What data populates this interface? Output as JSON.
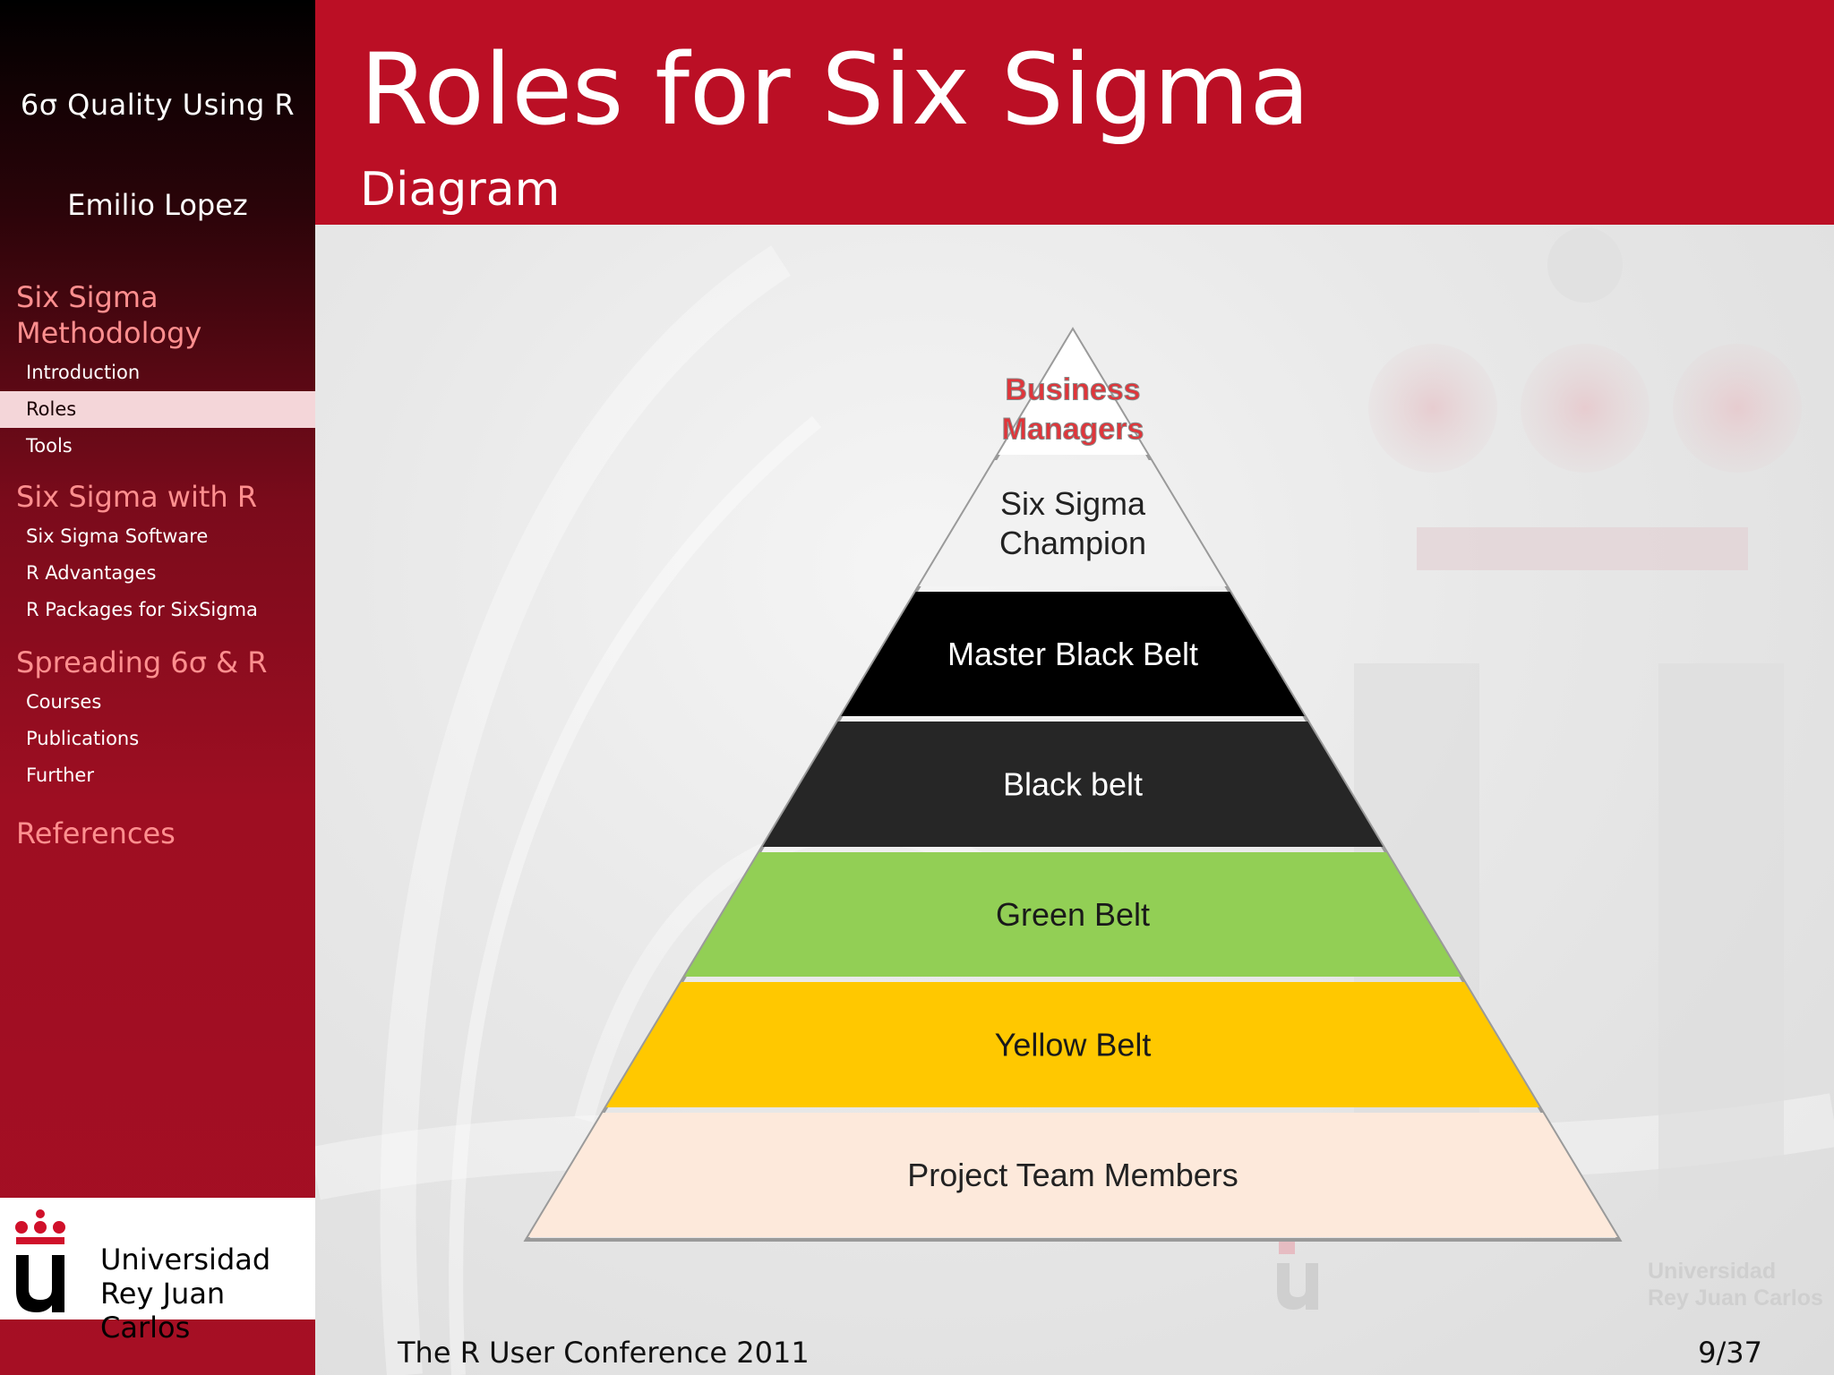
{
  "sidebar": {
    "title": "6σ Quality Using R",
    "author": "Emilio Lopez",
    "sections": [
      {
        "label": "Six Sigma Methodology",
        "items": [
          "Introduction",
          "Roles",
          "Tools"
        ]
      },
      {
        "label": "Six Sigma with R",
        "items": [
          "Six Sigma Software",
          "R Advantages",
          "R Packages for SixSigma"
        ]
      },
      {
        "label": "Spreading 6σ & R",
        "items": [
          "Courses",
          "Publications",
          "Further"
        ]
      },
      {
        "label": "References",
        "items": []
      }
    ],
    "active_item": "Roles",
    "logo": {
      "line1": "Universidad",
      "line2": "Rey Juan Carlos"
    }
  },
  "header": {
    "title": "Roles for Six Sigma",
    "subtitle": "Diagram"
  },
  "pyramid": {
    "tiers": [
      {
        "label": "Business Managers",
        "lines": [
          "Business",
          "Managers"
        ],
        "fill": "#ffffff",
        "text": "#e0353a"
      },
      {
        "label": "Six Sigma Champion",
        "lines": [
          "Six Sigma",
          "Champion"
        ],
        "fill": "#f2f2f2",
        "text": "#222222"
      },
      {
        "label": "Master Black Belt",
        "lines": [
          "Master Black Belt"
        ],
        "fill": "#000000",
        "text": "#ffffff"
      },
      {
        "label": "Black belt",
        "lines": [
          "Black belt"
        ],
        "fill": "#262626",
        "text": "#ffffff"
      },
      {
        "label": "Green Belt",
        "lines": [
          "Green Belt"
        ],
        "fill": "#92cf55",
        "text": "#1a1a1a"
      },
      {
        "label": "Yellow Belt",
        "lines": [
          "Yellow Belt"
        ],
        "fill": "#ffc800",
        "text": "#1a1a1a"
      },
      {
        "label": "Project Team Members",
        "lines": [
          "Project Team Members"
        ],
        "fill": "#fde9db",
        "text": "#222222"
      }
    ]
  },
  "watermark": {
    "line1": "Universidad",
    "line2": "Rey Juan Carlos"
  },
  "footer": {
    "conference": "The R User Conference 2011",
    "page": "9/37"
  },
  "colors": {
    "brand_red": "#bb0f25",
    "section_pink": "#ff8f8f",
    "active_highlight": "#f4d6d9"
  }
}
